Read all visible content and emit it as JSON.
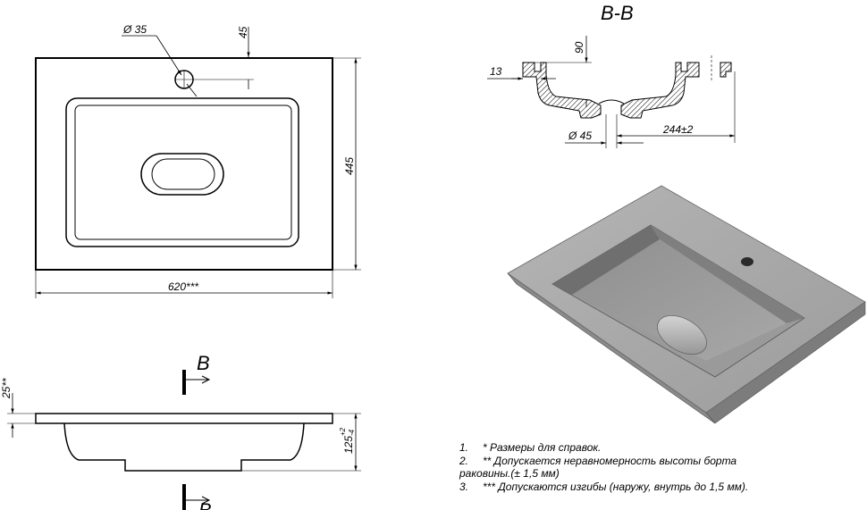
{
  "dimensions": {
    "hole_diameter": "Ø 35",
    "hole_offset": "45",
    "depth_total": "445",
    "width_total": "620***",
    "rim_thickness": "25**",
    "height": "125",
    "height_tol_upper": "+2",
    "height_tol_lower": "-4",
    "section_depth": "90",
    "section_rim": "13",
    "drain_diameter": "Ø 45",
    "drain_offset": "244±2"
  },
  "section": {
    "title": "B-B",
    "marker": "B",
    "marker_bottom": "B"
  },
  "notes": [
    {
      "num": "1.",
      "text": "* Размеры для справок."
    },
    {
      "num": "2.",
      "text": "** Допускается неравномерность высоты борта"
    },
    {
      "num": "",
      "text": "раковины.(± 1,5 мм)"
    },
    {
      "num": "3.",
      "text": "*** Допускаются изгибы (наружу, внутрь до 1,5 мм)."
    }
  ]
}
